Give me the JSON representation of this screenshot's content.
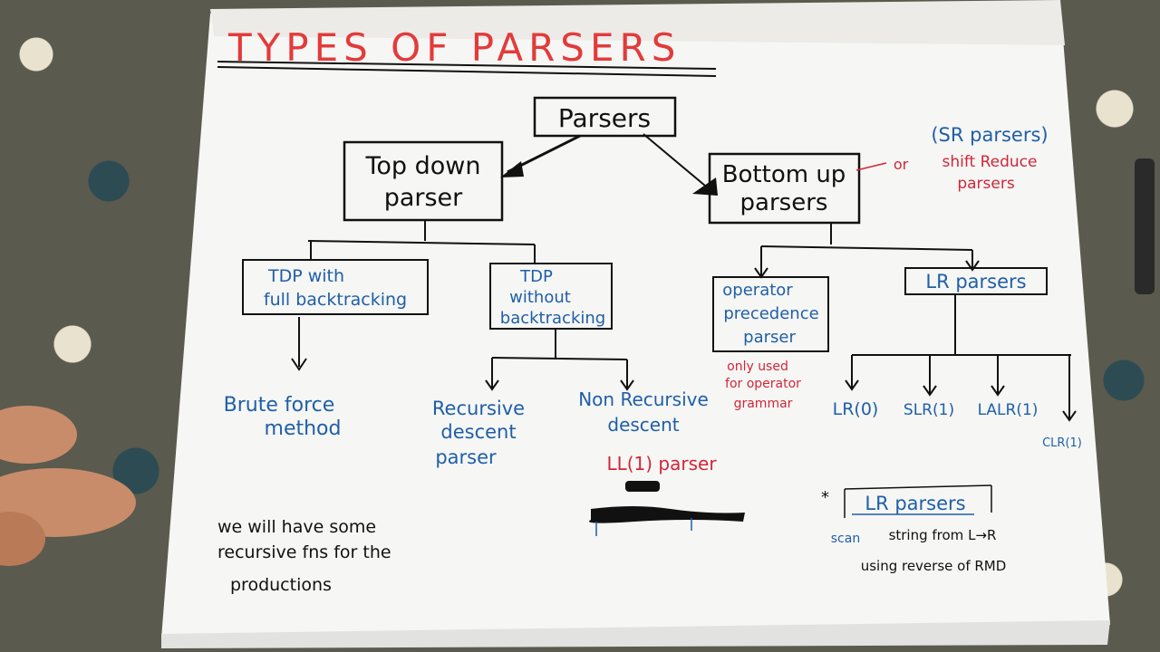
{
  "title": "TYPES OF PARSERS",
  "root": "Parsers",
  "top_down": [
    "Top down",
    "parser"
  ],
  "bottom_up": [
    "Bottom up",
    "parsers"
  ],
  "sr_note": [
    "(SR parsers)",
    "or",
    "shift Reduce",
    "parsers"
  ],
  "tdp_full": [
    "TDP with",
    "full backtracking"
  ],
  "tdp_without": [
    "TDP",
    "without",
    "backtracking"
  ],
  "operator_prec": [
    "operator",
    "precedence",
    "parser"
  ],
  "operator_note": [
    "only used",
    "for operator",
    "grammar"
  ],
  "lr_parsers": "LR parsers",
  "brute_force": [
    "Brute force",
    "method"
  ],
  "recursive_descent": [
    "Recursive",
    "descent",
    "parser"
  ],
  "non_recursive": [
    "Non Recursive",
    "descent"
  ],
  "ll1": "LL(1) parser",
  "lr_variants": [
    "LR(0)",
    "SLR(1)",
    "LALR(1)",
    "CLR(1)"
  ],
  "bottom_note": [
    "we will have some",
    "recursive fns for the",
    "productions"
  ],
  "lr_note": [
    "*",
    "LR parsers",
    "scan",
    "string from L→R",
    "using reverse of RMD"
  ],
  "colors": {
    "title": "#e23b3b",
    "ink": "#111111",
    "blue": "#1f5fa8",
    "red": "#d0273a"
  }
}
